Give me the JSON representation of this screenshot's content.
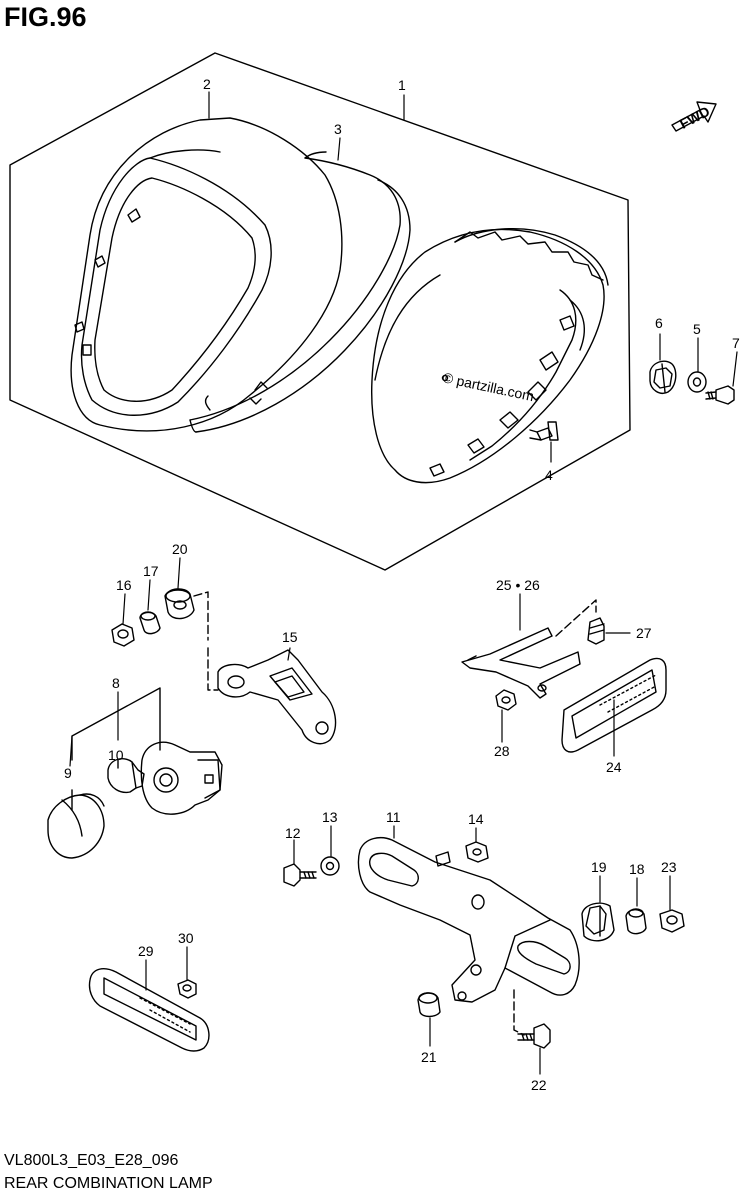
{
  "figure": {
    "title": "FIG.96",
    "code": "VL800L3_E03_E28_096",
    "name": "REAR COMBINATION LAMP"
  },
  "watermark": "© partzilla.com",
  "fwd_label": "FWD",
  "callouts": [
    "1",
    "2",
    "3",
    "4",
    "5",
    "6",
    "7",
    "8",
    "9",
    "10",
    "11",
    "12",
    "13",
    "14",
    "15",
    "16",
    "17",
    "18",
    "19",
    "20",
    "21",
    "22",
    "23",
    "24",
    "25 • 26",
    "27",
    "28",
    "29",
    "30"
  ]
}
